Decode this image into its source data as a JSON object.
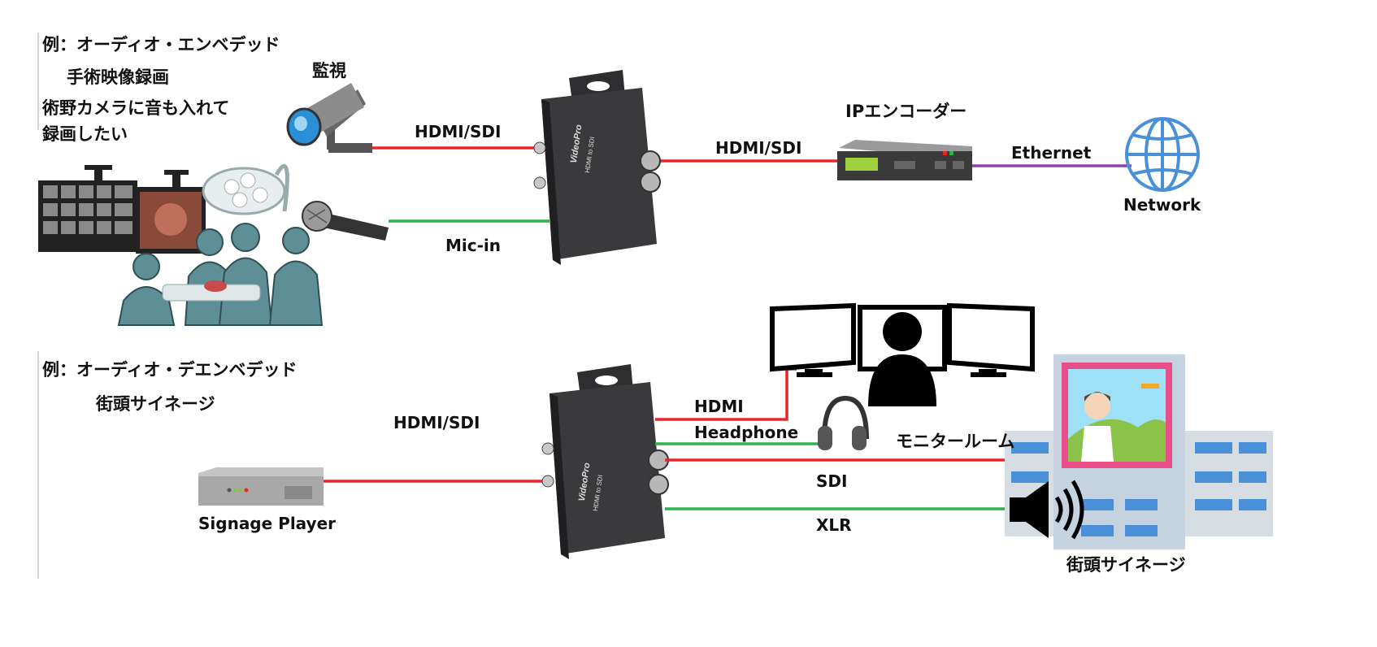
{
  "top_example": {
    "title": "例：オーディオ・エンベデッド",
    "subtitle": "手術映像録画",
    "description_line1": "術野カメラに音も入れて",
    "description_line2": "録画したい",
    "monitor_label": "監視"
  },
  "top_links": {
    "camera_to_converter": "HDMI/SDI",
    "mic_to_converter": "Mic-in",
    "converter_to_encoder": "HDMI/SDI",
    "encoder_to_network": "Ethernet"
  },
  "devices": {
    "encoder": "IPエンコーダー",
    "network": "Network",
    "signage_player": "Signage Player",
    "monitor_room": "モニタールーム",
    "street_signage": "街頭サイネージ",
    "converter_brand": "VideoPro",
    "converter_model": "HDMI to SDI"
  },
  "bottom_example": {
    "title": "例：オーディオ・デエンベデッド",
    "subtitle": "街頭サイネージ"
  },
  "bottom_links": {
    "player_to_converter": "HDMI/SDI",
    "hdmi": "HDMI",
    "headphone": "Headphone",
    "sdi": "SDI",
    "xlr": "XLR"
  },
  "colors": {
    "video_line": "#e8262a",
    "audio_line": "#2cb34a",
    "ethernet_line": "#8e44ad",
    "globe": "#4a90d9",
    "device_dark": "#3a3a3c"
  }
}
